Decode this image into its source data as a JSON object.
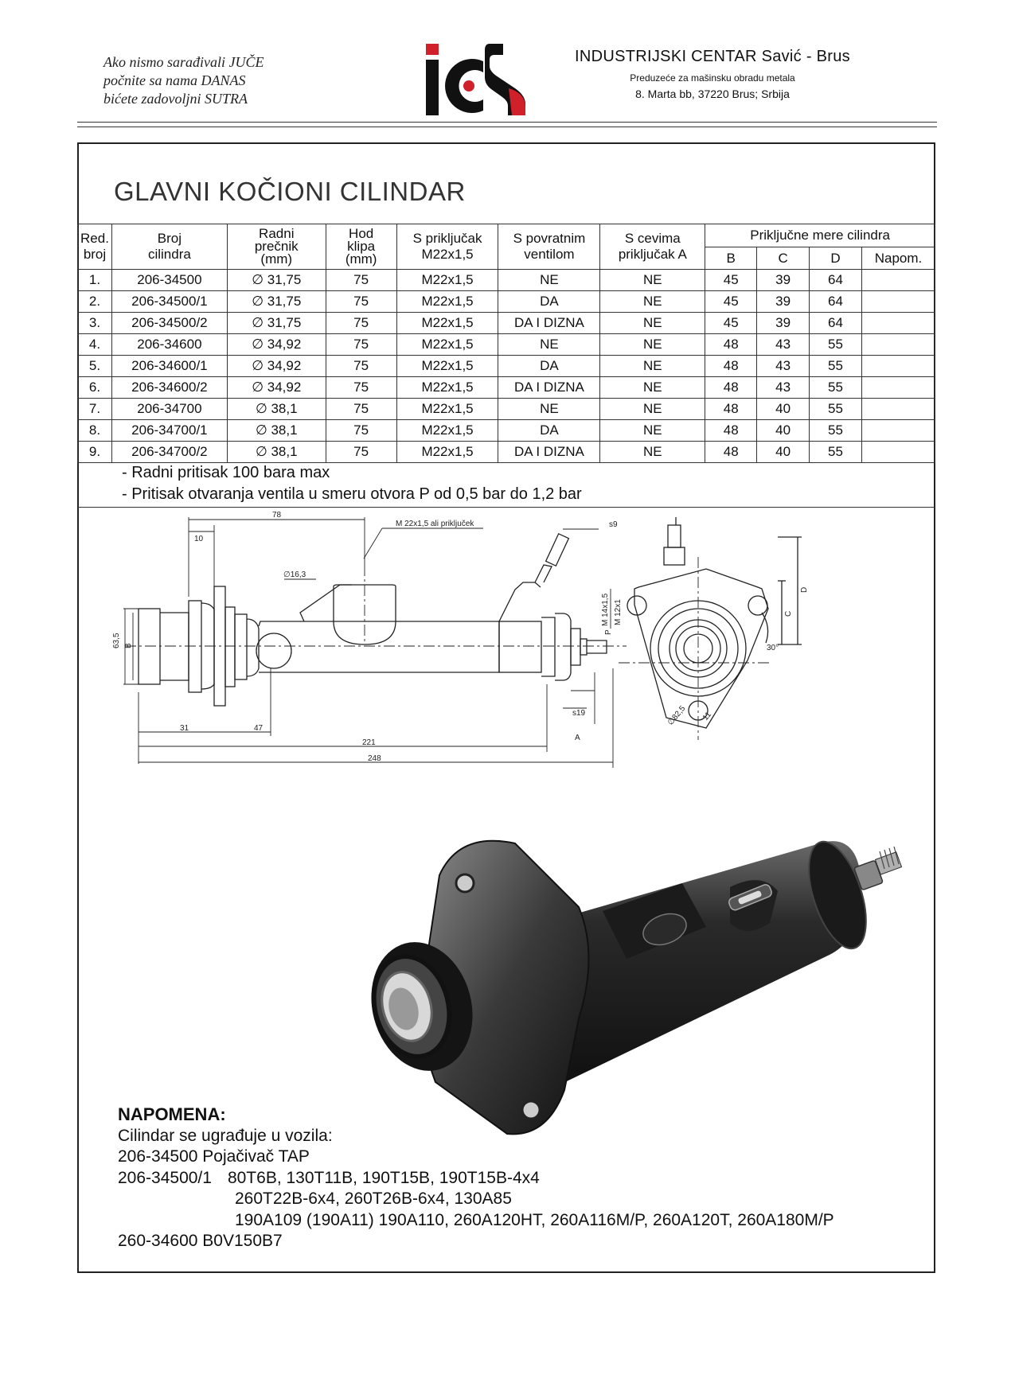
{
  "header": {
    "slogan": [
      "Ako nismo sarađivali JUČE",
      "počnite sa nama DANAS",
      "bićete zadovoljni SUTRA"
    ],
    "logo_text": "ics",
    "company_name": "INDUSTRIJSKI CENTAR Savić - Brus",
    "company_sub": "Preduzeće za mašinsku obradu metala",
    "company_address": "8. Marta bb, 37220 Brus; Srbija",
    "accent_color": "#d0202a"
  },
  "title": "GLAVNI KOČIONI CILINDAR",
  "table": {
    "headers": {
      "red_broj": [
        "Red.",
        "broj"
      ],
      "broj": [
        "Broj",
        "cilindra"
      ],
      "precnik": [
        "Radni",
        "prečnik",
        "(mm)"
      ],
      "hod": [
        "Hod",
        "klipa",
        "(mm)"
      ],
      "prikljucak": [
        "S priključak",
        "M22x1,5"
      ],
      "ventil": [
        "S povratnim",
        "ventilom"
      ],
      "cevi": [
        "S cevima",
        "priključak A"
      ],
      "mere": "Priključne mere cilindra",
      "b": "B",
      "c": "C",
      "d": "D",
      "napom": "Napom."
    },
    "rows": [
      {
        "n": "1.",
        "broj": "206-34500",
        "precnik": "∅ 31,75",
        "hod": "75",
        "prik": "M22x1,5",
        "ventil": "NE",
        "cevi": "NE",
        "b": "45",
        "c": "39",
        "d": "64",
        "napom": ""
      },
      {
        "n": "2.",
        "broj": "206-34500/1",
        "precnik": "∅ 31,75",
        "hod": "75",
        "prik": "M22x1,5",
        "ventil": "DA",
        "cevi": "NE",
        "b": "45",
        "c": "39",
        "d": "64",
        "napom": ""
      },
      {
        "n": "3.",
        "broj": "206-34500/2",
        "precnik": "∅ 31,75",
        "hod": "75",
        "prik": "M22x1,5",
        "ventil": "DA I DIZNA",
        "cevi": "NE",
        "b": "45",
        "c": "39",
        "d": "64",
        "napom": ""
      },
      {
        "n": "4.",
        "broj": "206-34600",
        "precnik": "∅ 34,92",
        "hod": "75",
        "prik": "M22x1,5",
        "ventil": "NE",
        "cevi": "NE",
        "b": "48",
        "c": "43",
        "d": "55",
        "napom": ""
      },
      {
        "n": "5.",
        "broj": "206-34600/1",
        "precnik": "∅ 34,92",
        "hod": "75",
        "prik": "M22x1,5",
        "ventil": "DA",
        "cevi": "NE",
        "b": "48",
        "c": "43",
        "d": "55",
        "napom": ""
      },
      {
        "n": "6.",
        "broj": "206-34600/2",
        "precnik": "∅ 34,92",
        "hod": "75",
        "prik": "M22x1,5",
        "ventil": "DA I DIZNA",
        "cevi": "NE",
        "b": "48",
        "c": "43",
        "d": "55",
        "napom": ""
      },
      {
        "n": "7.",
        "broj": "206-34700",
        "precnik": "∅ 38,1",
        "hod": "75",
        "prik": "M22x1,5",
        "ventil": "NE",
        "cevi": "NE",
        "b": "48",
        "c": "40",
        "d": "55",
        "napom": ""
      },
      {
        "n": "8.",
        "broj": "206-34700/1",
        "precnik": "∅ 38,1",
        "hod": "75",
        "prik": "M22x1,5",
        "ventil": "DA",
        "cevi": "NE",
        "b": "48",
        "c": "40",
        "d": "55",
        "napom": ""
      },
      {
        "n": "9.",
        "broj": "206-34700/2",
        "precnik": "∅ 38,1",
        "hod": "75",
        "prik": "M22x1,5",
        "ventil": "DA I DIZNA",
        "cevi": "NE",
        "b": "48",
        "c": "40",
        "d": "55",
        "napom": ""
      }
    ]
  },
  "notes": [
    "- Radni pritisak 100 bara max",
    "- Pritisak otvaranja ventila u smeru otvora P od 0,5 bar do 1,2 bar"
  ],
  "drawing": {
    "dim_78": "78",
    "dim_10": "10",
    "dim_port": "M 22x1,5 ali priključek",
    "dim_s9": "s9",
    "dim_163": "∅16,3",
    "dim_635": "63,5",
    "dim_b": "B",
    "dim_m14": "M 14x1,5",
    "dim_p": "P",
    "dim_m12": "M 12x1",
    "dim_s19": "s19",
    "dim_a": "A",
    "dim_31": "31",
    "dim_47": "47",
    "dim_221": "221",
    "dim_248": "248",
    "dim_d": "D",
    "dim_c": "C",
    "dim_30": "30°",
    "dim_825": "∅82,5",
    "dim_11": "11"
  },
  "napomena": {
    "head": "NAPOMENA:",
    "intro": "Cilindar se ugrađuje u vozila:",
    "line1": "206-34500 Pojačivač TAP",
    "line2_code": "206-34500/1",
    "line2_text": "80T6B, 130T11B, 190T15B, 190T15B-4x4",
    "line3": "260T22B-6x4, 260T26B-6x4, 130A85",
    "line4": "190A109 (190A11)  190A110, 260A120HT, 260A116M/P, 260A120T, 260A180M/P",
    "line5": "260-34600 B0V150B7"
  }
}
